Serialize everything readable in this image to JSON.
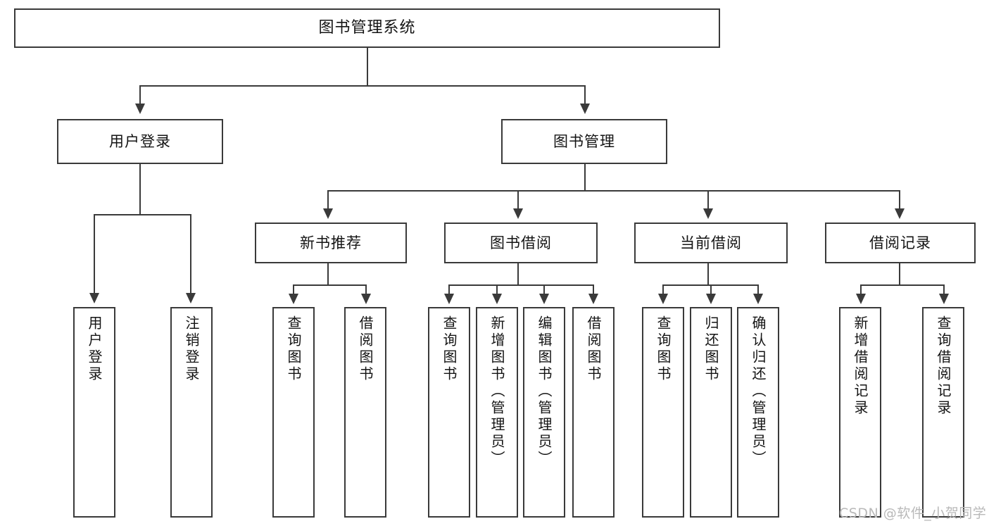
{
  "diagram": {
    "title": "图书管理系统",
    "type": "tree-hierarchy",
    "watermark": "CSDN @软件_小贺同学",
    "colors": {
      "stroke": "#3a3a3a",
      "fill": "#ffffff",
      "text": "#141414",
      "watermark": "#b9b9b9"
    },
    "nodes": {
      "root": "图书管理系统",
      "level2": {
        "user_login": "用户登录",
        "book_manage": "图书管理"
      },
      "level3": {
        "new_book_rec": "新书推荐",
        "book_borrow": "图书借阅",
        "current_borrow": "当前借阅",
        "borrow_record": "借阅记录"
      },
      "leaves": {
        "login_1": "用户登录",
        "login_2": "注销登录",
        "rec_1": "查询图书",
        "rec_2": "借阅图书",
        "borrow_1": "查询图书",
        "borrow_2": "新增图书（管理员）",
        "borrow_3": "编辑图书（管理员）",
        "borrow_4": "借阅图书",
        "cur_1": "查询图书",
        "cur_2": "归还图书",
        "cur_3": "确认归还（管理员）",
        "log_1": "新增借阅记录",
        "log_2": "查询借阅记录"
      }
    }
  }
}
